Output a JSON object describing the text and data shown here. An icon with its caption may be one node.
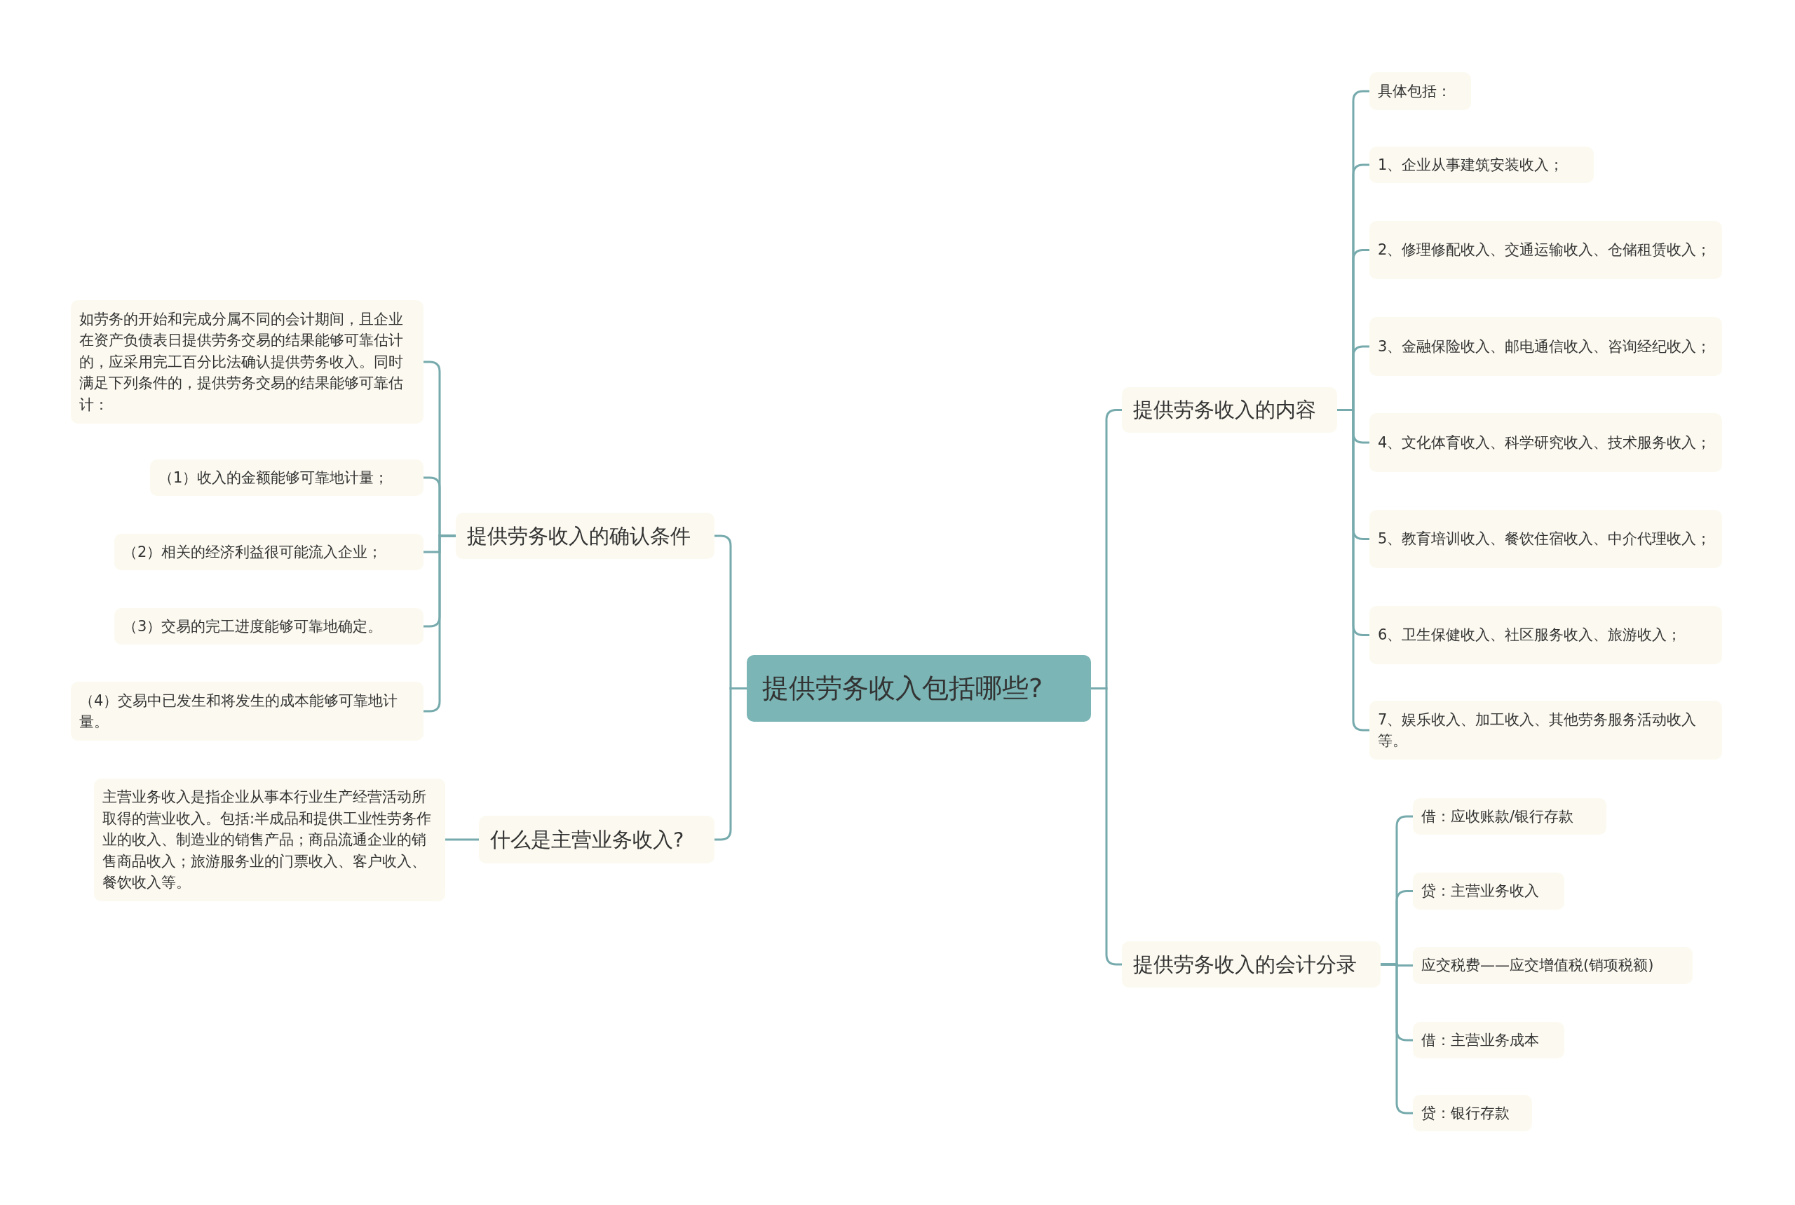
{
  "diagram": {
    "nodes": [
      {
        "text": [
          "提供劳务收入包括哪些?"
        ]
      },
      {
        "text": [
          "提供劳务收入的确认条件"
        ]
      },
      {
        "text": [
          "如劳务的开始和完成分属不同的会计期间，且企业在资产负债表日提供劳务交易的结果能够可靠估计的，应采用完工百分比法确认提供劳务收入。同时满足下列条件的，提供劳务交易的结果能够可靠估计："
        ]
      },
      {
        "text": [
          "（1）收入的金额能够可靠地计量；"
        ]
      },
      {
        "text": [
          "（2）相关的经济利益很可能流入企业；"
        ]
      },
      {
        "text": [
          "（3）交易的完工进度能够可靠地确定。"
        ]
      },
      {
        "text": [
          "（4）交易中已发生和将发生的成本能够可靠地计量。"
        ]
      },
      {
        "text": [
          "什么是主营业务收入?"
        ]
      },
      {
        "text": [
          "主营业务收入是指企业从事本行业生产经营活动所取得的营业收入。包括:半成品和提供工业性劳务作业的收入、制造业的销售产品；商品流通企业的销售商品收入；旅游服务业的门票收入、客户收入、餐饮收入等。"
        ]
      },
      {
        "text": [
          "提供劳务收入的内容"
        ]
      },
      {
        "text": [
          "具体包括："
        ]
      },
      {
        "text": [
          "1、企业从事建筑安装收入；"
        ]
      },
      {
        "text": [
          "2、修理修配收入、交通运输收入、仓储租赁收入；"
        ]
      },
      {
        "text": [
          "3、金融保险收入、邮电通信收入、咨询经纪收入；"
        ]
      },
      {
        "text": [
          "4、文化体育收入、科学研究收入、技术服务收入；"
        ]
      },
      {
        "text": [
          "5、教育培训收入、餐饮住宿收入、中介代理收入；"
        ]
      },
      {
        "text": [
          "6、卫生保健收入、社区服务收入、旅游收入；"
        ]
      },
      {
        "text": [
          "7、娱乐收入、加工收入、其他劳务服务活动收入等。"
        ]
      },
      {
        "text": [
          "提供劳务收入的会计分录"
        ]
      },
      {
        "text": [
          "借：应收账款/银行存款"
        ]
      },
      {
        "text": [
          "贷：主营业务收入"
        ]
      },
      {
        "text": [
          "应交税费——应交增值税(销项税额)"
        ]
      },
      {
        "text": [
          "借：主营业务成本"
        ]
      },
      {
        "text": [
          "贷：银行存款"
        ]
      }
    ],
    "edges": [
      {
        "from": 0,
        "to": 1,
        "arrow": "none"
      },
      {
        "from": 1,
        "to": 2,
        "arrow": "none"
      },
      {
        "from": 1,
        "to": 3,
        "arrow": "none"
      },
      {
        "from": 1,
        "to": 4,
        "arrow": "none"
      },
      {
        "from": 1,
        "to": 5,
        "arrow": "none"
      },
      {
        "from": 1,
        "to": 6,
        "arrow": "none"
      },
      {
        "from": 0,
        "to": 7,
        "arrow": "none"
      },
      {
        "from": 7,
        "to": 8,
        "arrow": "none"
      },
      {
        "from": 0,
        "to": 9,
        "arrow": "none"
      },
      {
        "from": 9,
        "to": 10,
        "arrow": "none"
      },
      {
        "from": 9,
        "to": 11,
        "arrow": "none"
      },
      {
        "from": 9,
        "to": 12,
        "arrow": "none"
      },
      {
        "from": 9,
        "to": 13,
        "arrow": "none"
      },
      {
        "from": 9,
        "to": 14,
        "arrow": "none"
      },
      {
        "from": 9,
        "to": 15,
        "arrow": "none"
      },
      {
        "from": 9,
        "to": 16,
        "arrow": "none"
      },
      {
        "from": 9,
        "to": 17,
        "arrow": "none"
      },
      {
        "from": 0,
        "to": 18,
        "arrow": "none"
      },
      {
        "from": 18,
        "to": 19,
        "arrow": "none"
      },
      {
        "from": 18,
        "to": 20,
        "arrow": "none"
      },
      {
        "from": 18,
        "to": 21,
        "arrow": "none"
      },
      {
        "from": 18,
        "to": 22,
        "arrow": "none"
      },
      {
        "from": 18,
        "to": 23,
        "arrow": "none"
      }
    ]
  }
}
